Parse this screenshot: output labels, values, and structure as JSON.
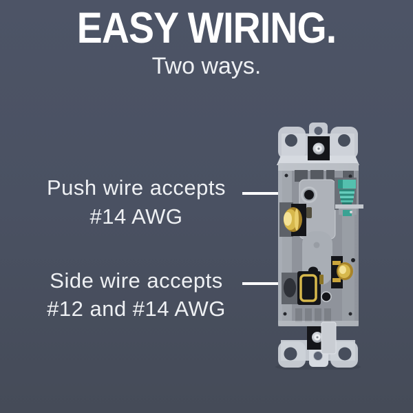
{
  "title": "EASY WIRING.",
  "subtitle": "Two ways.",
  "callouts": {
    "push": {
      "line1": "Push wire accepts",
      "line2": "#14 AWG"
    },
    "side": {
      "line1": "Side wire accepts",
      "line2": "#12 and #14 AWG"
    }
  },
  "product": {
    "parts": [
      "top-mounting-strap",
      "top-mounting-screw",
      "heat-vents",
      "ground-screw",
      "push-wire-hole",
      "left-brass-terminal-screw",
      "right-brass-terminal-screw",
      "side-wire-terminal",
      "bottom-mounting-screw",
      "bottom-mounting-strap"
    ]
  },
  "colors": {
    "background_top": "#4d5466",
    "background_mid": "#4a5162",
    "background_bottom": "#454b58",
    "title_text": "#ffffff",
    "body_text": "#eef0f3",
    "leader_line": "#ffffff",
    "strap_gray": "#ced2d9",
    "device_body_gray": "#9ba0a8",
    "panel_gray": "#aeb2b9",
    "vent_dark": "#565a61",
    "black_plate": "#141519",
    "brass": "#d7b84c",
    "brass_bright": "#f4e296",
    "brass_dark": "#8f701f",
    "ground_screw_green": "#54c0ae",
    "screw_silver": "#e8eaee"
  }
}
